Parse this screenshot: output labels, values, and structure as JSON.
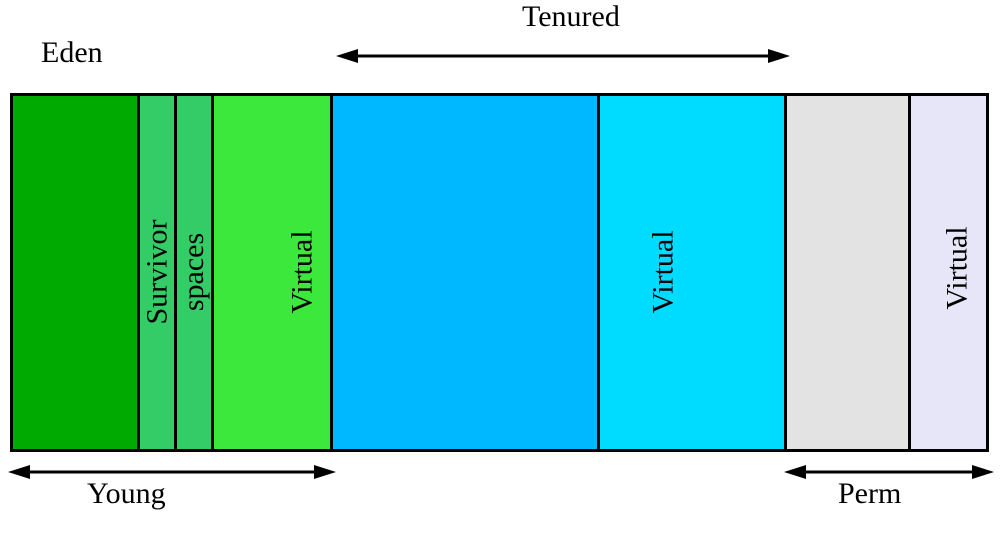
{
  "labels": {
    "eden": "Eden",
    "tenured": "Tenured",
    "survivor_line1": "Survivor",
    "survivor_line2": "spaces",
    "young_virtual": "Virtual",
    "tenured_virtual": "Virtual",
    "perm_virtual": "Virtual",
    "young": "Young",
    "perm": "Perm"
  },
  "colors": {
    "eden": "#00aa00",
    "survivor": "#33cc66",
    "young_virtual": "#3de83d",
    "tenured": "#00b8ff",
    "tenured_virtual": "#00dcff",
    "perm": "#e3e3e3",
    "perm_virtual": "#e6e6f8"
  }
}
